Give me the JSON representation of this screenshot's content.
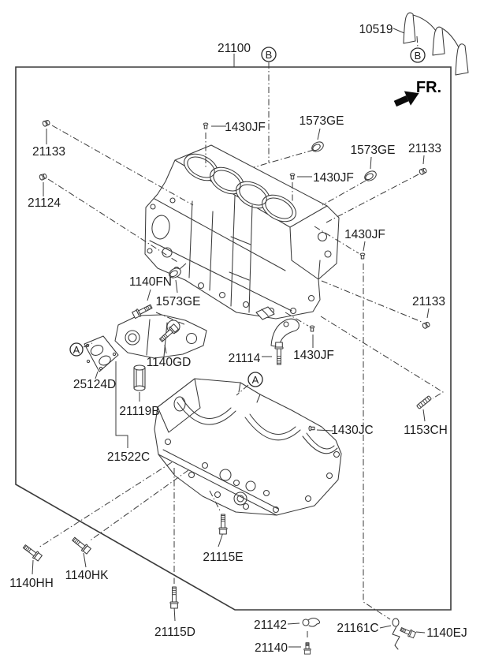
{
  "diagram": {
    "fr": "FR.",
    "view_a": "A",
    "view_b": "B",
    "labels": {
      "21100": "21100",
      "10519": "10519",
      "21133": "21133",
      "21124": "21124",
      "1430JF": "1430JF",
      "1573GE": "1573GE",
      "1140FN": "1140FN",
      "25124D": "25124D",
      "1140GD": "1140GD",
      "21119B": "21119B",
      "21522C": "21522C",
      "21114": "21114",
      "1430JC": "1430JC",
      "1153CH": "1153CH",
      "1140HH": "1140HH",
      "1140HK": "1140HK",
      "21115E": "21115E",
      "21115D": "21115D",
      "21142": "21142",
      "21140": "21140",
      "21161C": "21161C",
      "1140EJ": "1140EJ"
    },
    "colors": {
      "line": "#3a3a3a",
      "text": "#1c1c1c",
      "background": "#ffffff"
    }
  }
}
